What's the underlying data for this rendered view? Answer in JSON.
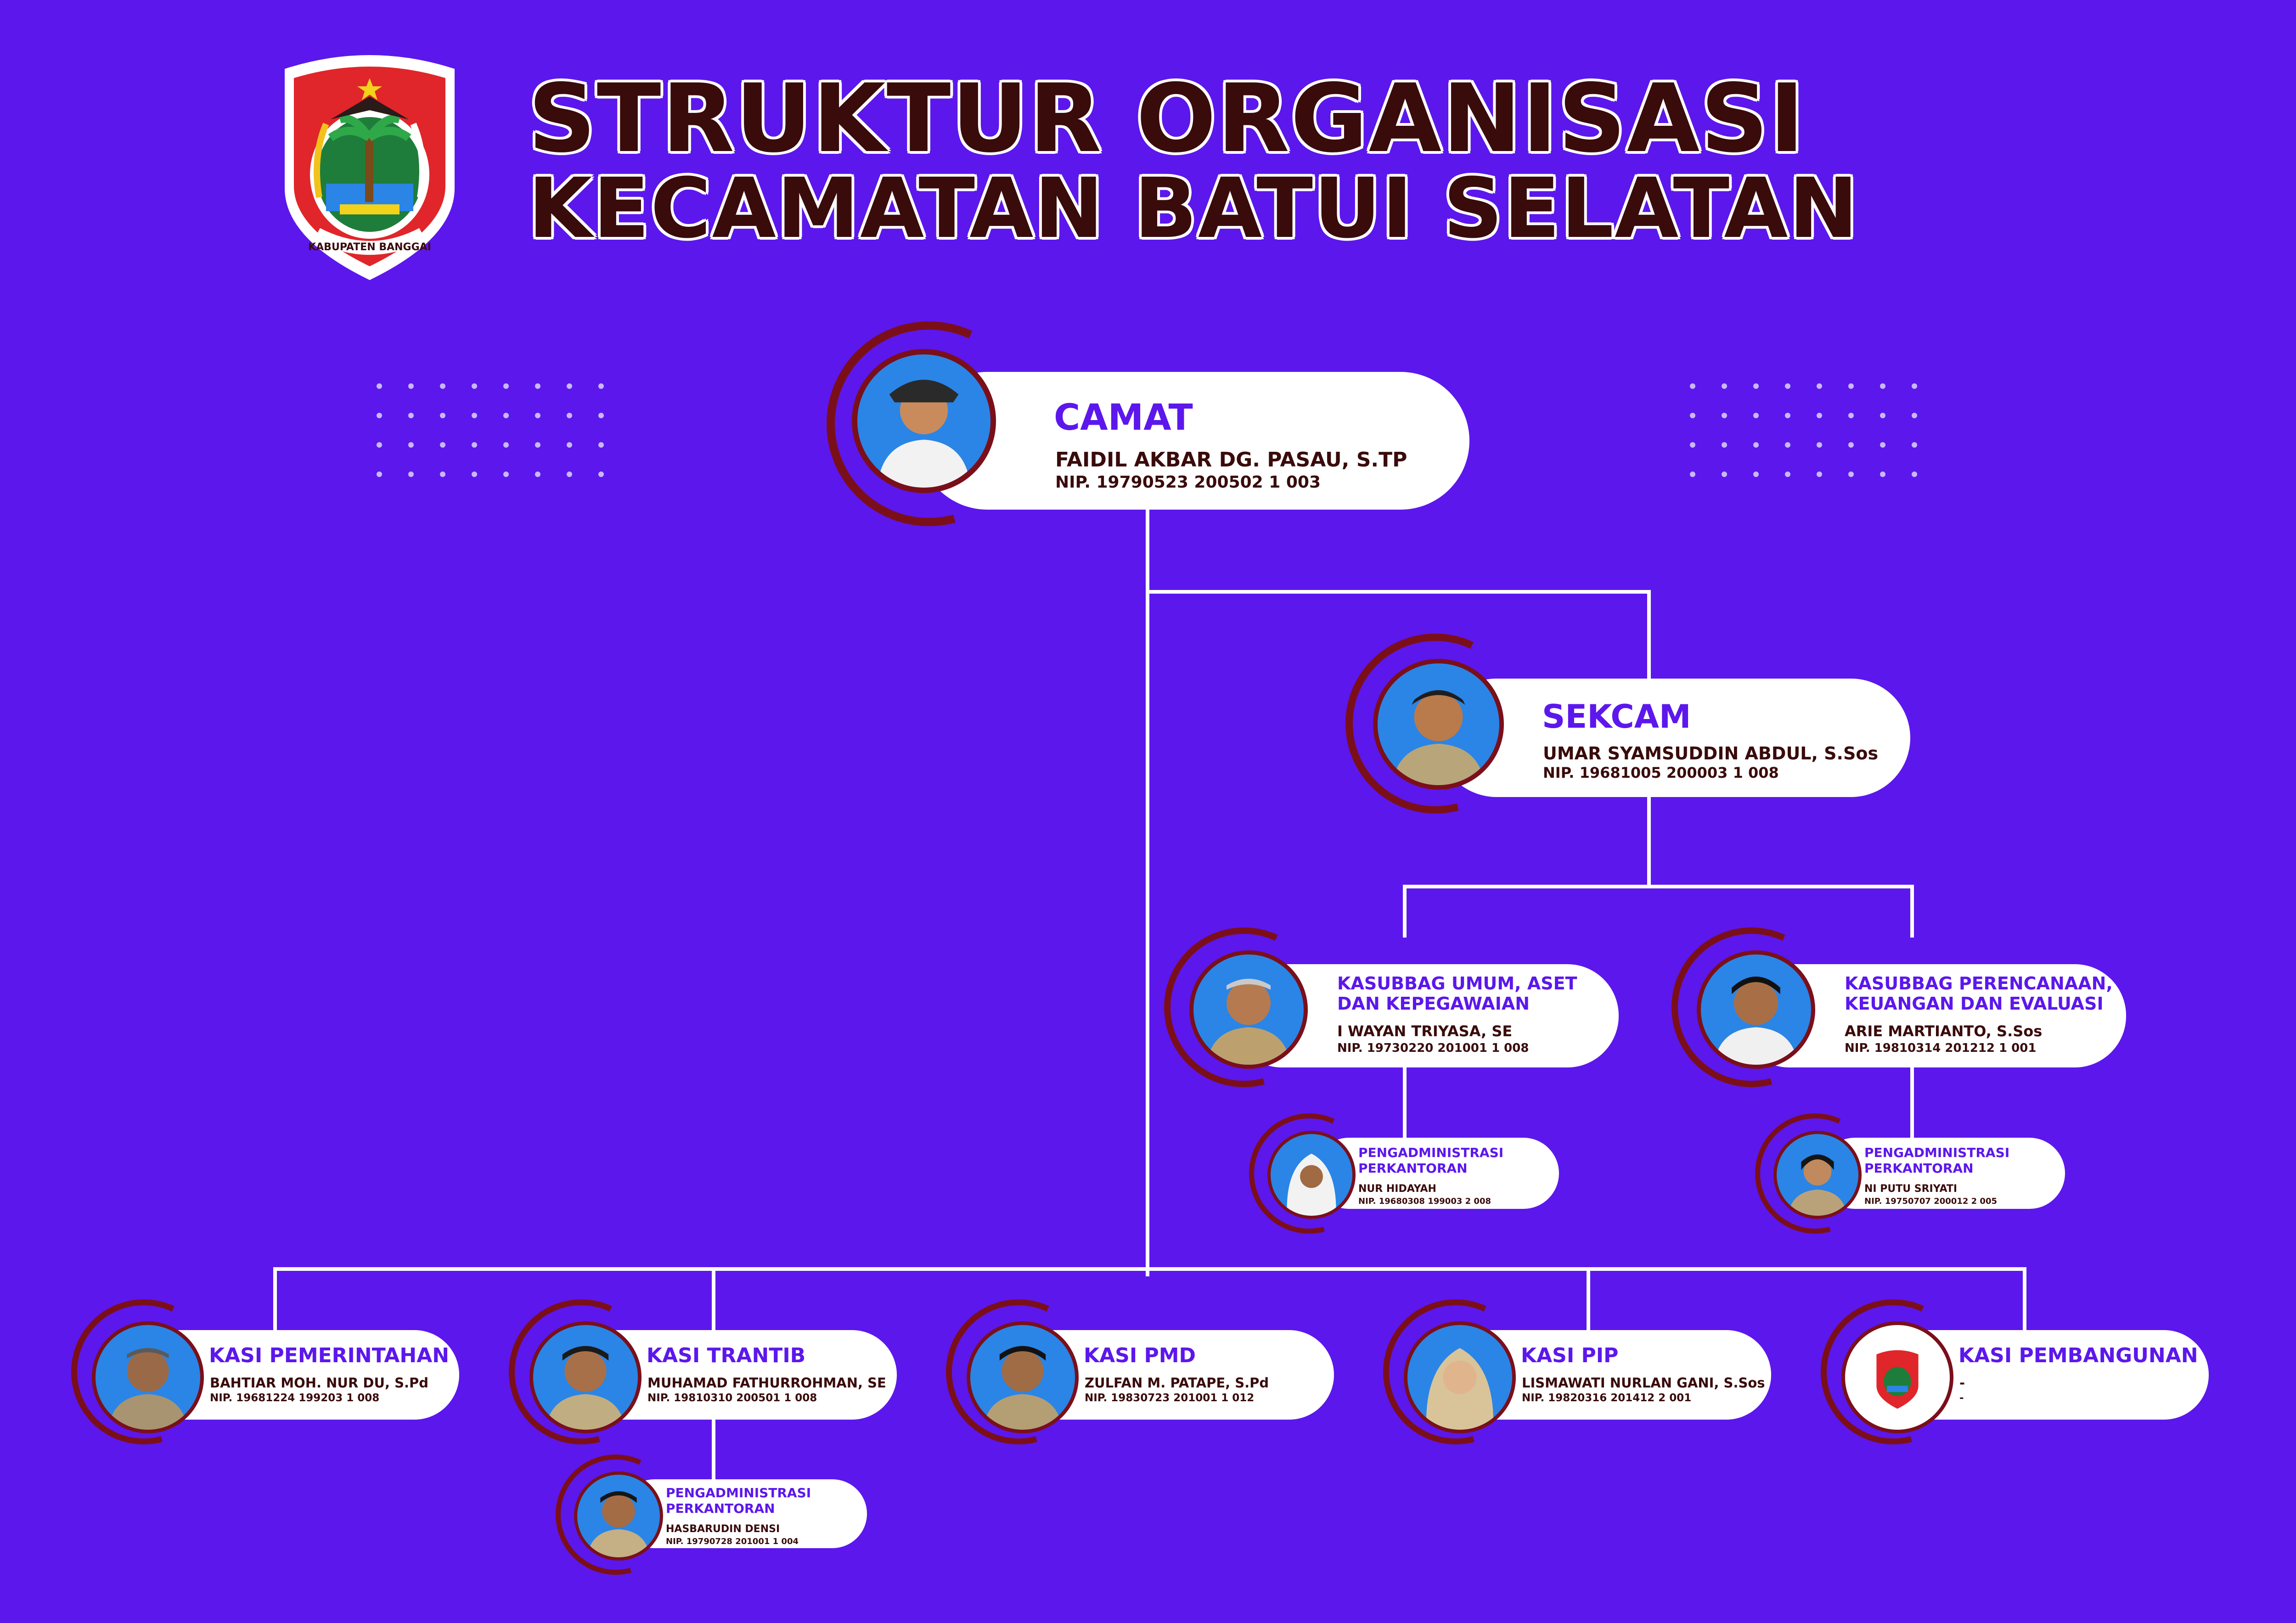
{
  "header": {
    "title_line1": "STRUKTUR ORGANISASI",
    "title_line2": "KECAMATAN BATUI SELATAN",
    "emblem_text": "KABUPATEN BANGGAI"
  },
  "colors": {
    "background": "#5c17ec",
    "role_text": "#5c17ec",
    "name_text": "#3a0b0b",
    "ring": "#7a0f1a",
    "photo_bg": "#2a85e6"
  },
  "camat": {
    "role": "CAMAT",
    "name": "FAIDIL AKBAR DG. PASAU, S.TP",
    "nip": "NIP. 19790523 200502 1 003"
  },
  "sekcam": {
    "role": "SEKCAM",
    "name": "UMAR SYAMSUDDIN ABDUL, S.Sos",
    "nip": "NIP. 19681005 200003 1 008"
  },
  "kasubbag_umum": {
    "role_line1": "KASUBBAG UMUM, ASET",
    "role_line2": "DAN KEPEGAWAIAN",
    "name": "I WAYAN TRIYASA, SE",
    "nip": "NIP. 19730220 201001 1 008"
  },
  "kasubbag_perencanaan": {
    "role_line1": "KASUBBAG PERENCANAAN,",
    "role_line2": "KEUANGAN DAN EVALUASI",
    "name": "ARIE MARTIANTO, S.Sos",
    "nip": "NIP. 19810314 201212 1 001"
  },
  "staff_umum": {
    "role_line1": "PENGADMINISTRASI",
    "role_line2": "PERKANTORAN",
    "name": "NUR HIDAYAH",
    "nip": "NIP. 19680308 199003 2 008"
  },
  "staff_perencanaan": {
    "role_line1": "PENGADMINISTRASI",
    "role_line2": "PERKANTORAN",
    "name": "NI PUTU SRIYATI",
    "nip": "NIP. 19750707 200012 2 005"
  },
  "kasi_pemerintahan": {
    "role": "KASI PEMERINTAHAN",
    "name": "BAHTIAR MOH. NUR DU, S.Pd",
    "nip": "NIP. 19681224 199203 1 008"
  },
  "kasi_trantib": {
    "role": "KASI TRANTIB",
    "name": "MUHAMAD FATHURROHMAN, SE",
    "nip": "NIP. 19810310 200501 1 008"
  },
  "kasi_pmd": {
    "role": "KASI PMD",
    "name": "ZULFAN M. PATAPE, S.Pd",
    "nip": "NIP. 19830723 201001 1 012"
  },
  "kasi_pip": {
    "role": "KASI PIP",
    "name": "LISMAWATI NURLAN GANI, S.Sos",
    "nip": "NIP. 19820316 201412 2 001"
  },
  "kasi_pembangunan": {
    "role": "KASI PEMBANGUNAN",
    "name": "-",
    "nip": "-"
  },
  "staff_trantib": {
    "role_line1": "PENGADMINISTRASI",
    "role_line2": "PERKANTORAN",
    "name": "HASBARUDIN DENSI",
    "nip": "NIP. 19790728 201001 1 004"
  }
}
